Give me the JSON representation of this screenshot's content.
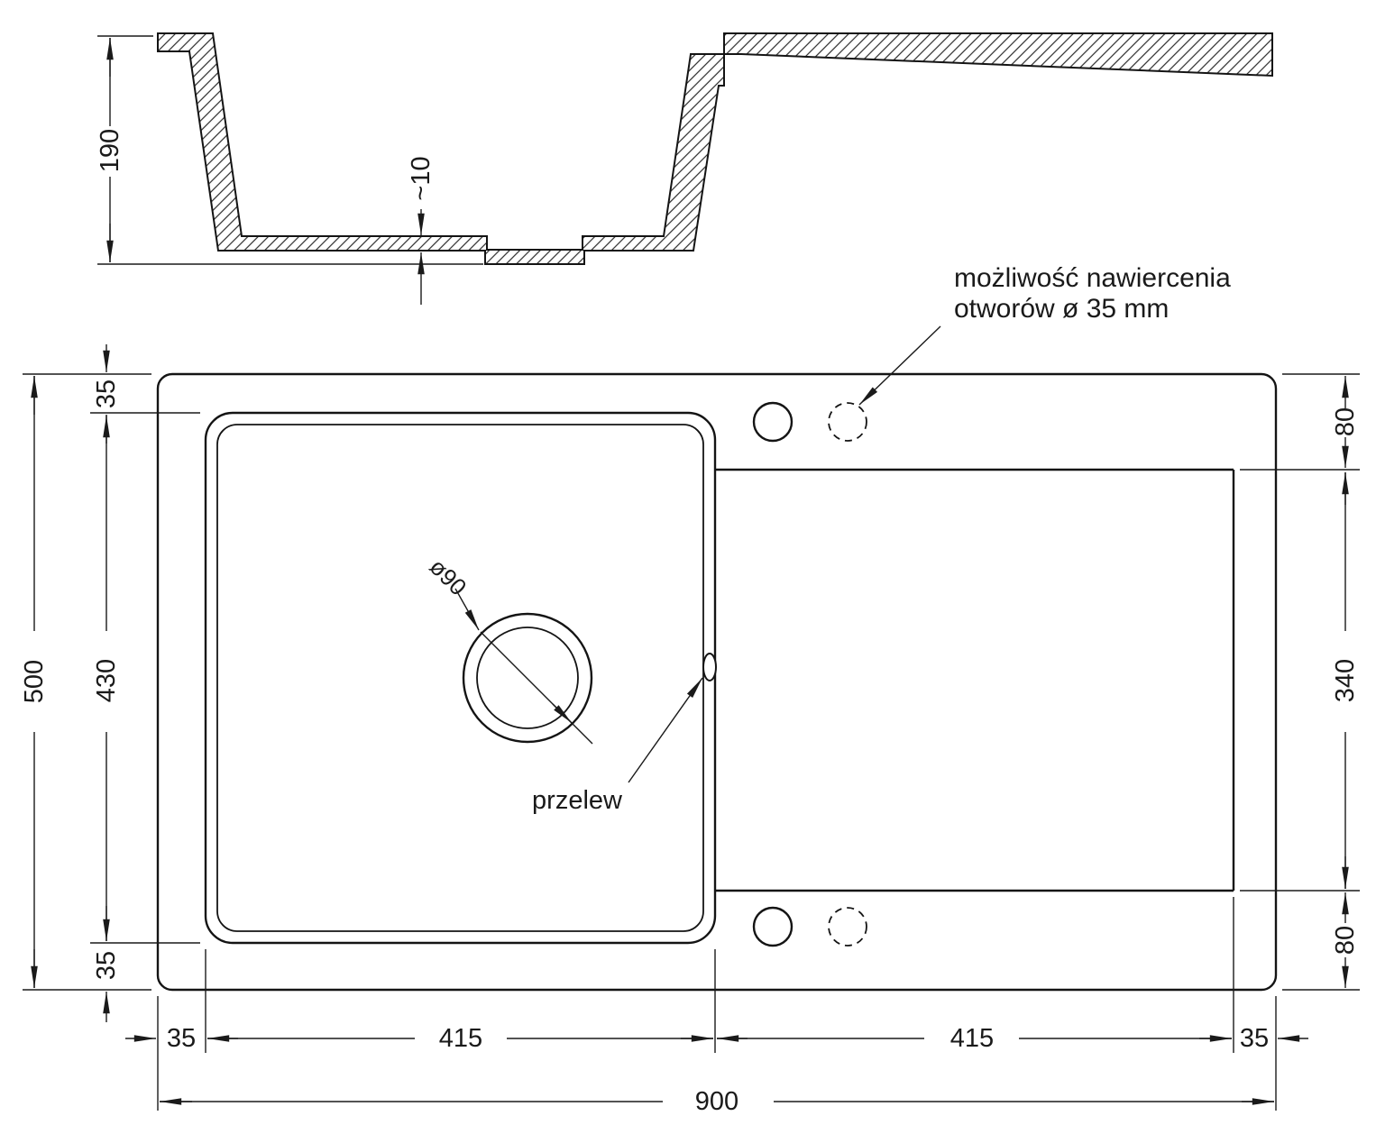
{
  "dimensions": {
    "depth": "190",
    "bottom_thickness": "~10",
    "overall_width": "900",
    "overall_depth": "500",
    "side_margin_top": "35",
    "bowl_length": "430",
    "side_margin_bottom": "35",
    "right_top_offset": "80",
    "drainer_depth": "340",
    "right_bottom_offset": "80",
    "front_margin_left": "35",
    "bowl_width": "415",
    "drainer_width": "415",
    "front_margin_right": "35"
  },
  "labels": {
    "drain_diameter": "ø90",
    "overflow": "przelew",
    "drill_note_line1": "możliwość nawiercenia",
    "drill_note_line2": "otworów ø 35 mm"
  }
}
